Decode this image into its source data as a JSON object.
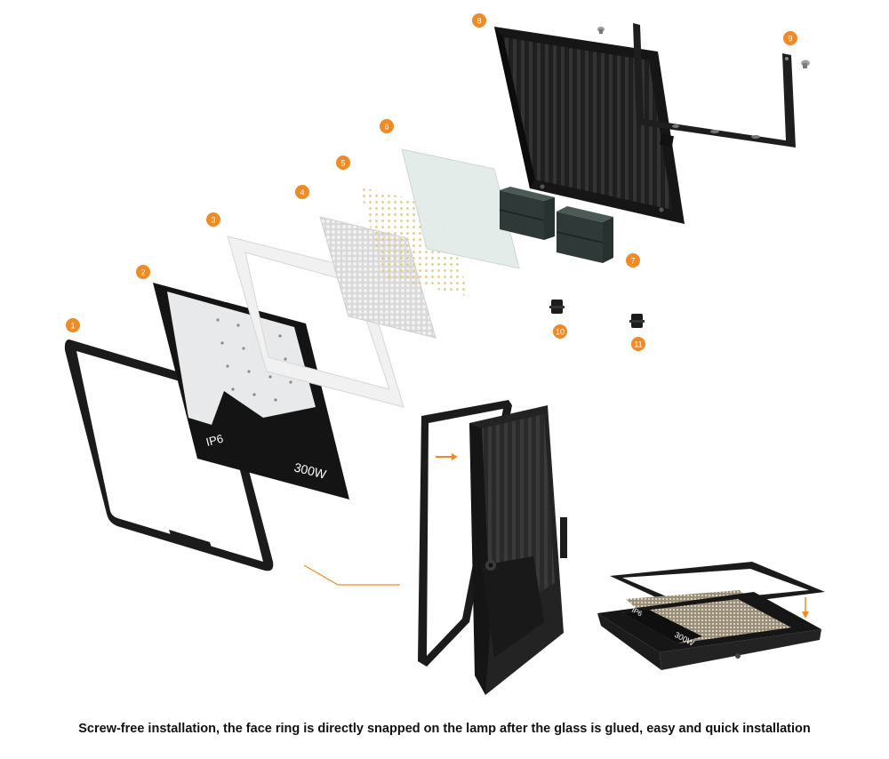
{
  "colors": {
    "accent": "#f08a24",
    "frame": "#1b1b1b",
    "caption": "#111111"
  },
  "callouts": [
    {
      "number": "1"
    },
    {
      "number": "2"
    },
    {
      "number": "3"
    },
    {
      "number": "4"
    },
    {
      "number": "5"
    },
    {
      "number": "6"
    },
    {
      "number": "7"
    },
    {
      "number": "8"
    },
    {
      "number": "9"
    },
    {
      "number": "10"
    },
    {
      "number": "11"
    }
  ],
  "glass": {
    "rating_label": "IP6",
    "power_label": "300W"
  },
  "assembled": {
    "power_label": "300W",
    "rating_label": "IP6"
  },
  "caption": "Screw-free installation, the face ring is directly snapped on the lamp after the glass is glued, easy and quick installation"
}
